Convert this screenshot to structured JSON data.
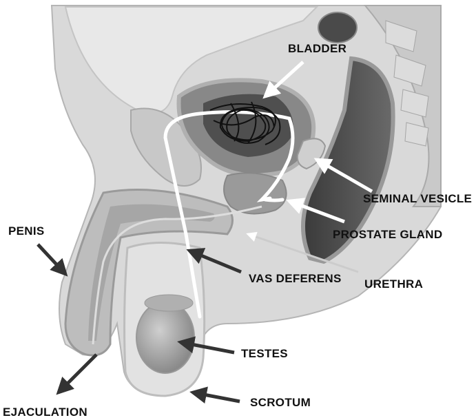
{
  "labels": {
    "bladder": "BLADDER",
    "seminal_vesicle": "SEMINAL VESICLE",
    "prostate_gland": "PROSTATE GLAND",
    "penis": "PENIS",
    "vas_deferens": "VAS DEFERENS",
    "urethra": "URETHRA",
    "testes": "TESTES",
    "scrotum": "SCROTUM",
    "ejaculation": "EJACULATION"
  },
  "colors": {
    "background": "#ffffff",
    "body_tissue": "#d9d9d9",
    "outline": "#a9a9a9",
    "organ_dark": "#555555",
    "duct": "#ffffff",
    "arrow": "#333333",
    "scribble": "#111111"
  }
}
